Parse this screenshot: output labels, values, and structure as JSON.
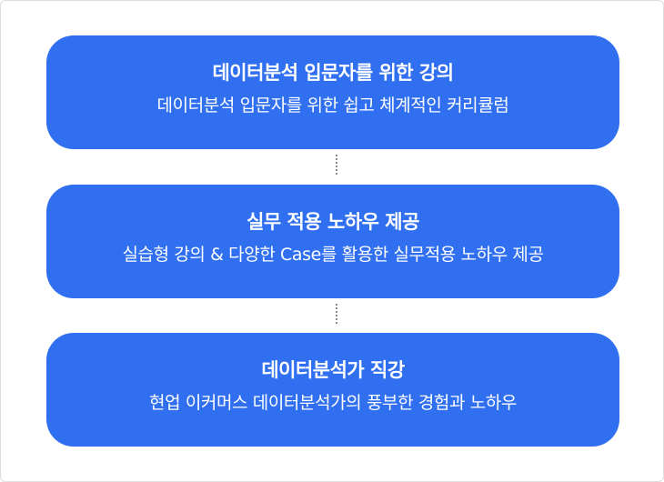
{
  "cards": [
    {
      "title": "데이터분석 입문자를 위한 강의",
      "description": "데이터분석 입문자를 위한 쉽고 체계적인 커리큘럼"
    },
    {
      "title": "실무 적용 노하우 제공",
      "description": "실습형 강의 & 다양한 Case를 활용한 실무적용 노하우 제공"
    },
    {
      "title": "데이터분석가 직강",
      "description": "현업 이커머스 데이터분석가의 풍부한 경험과 노하우"
    }
  ],
  "colors": {
    "card_background": "#2f6ff0",
    "card_text": "#ffffff",
    "connector": "#8a8a8a",
    "frame_border": "#dcdcdc"
  }
}
